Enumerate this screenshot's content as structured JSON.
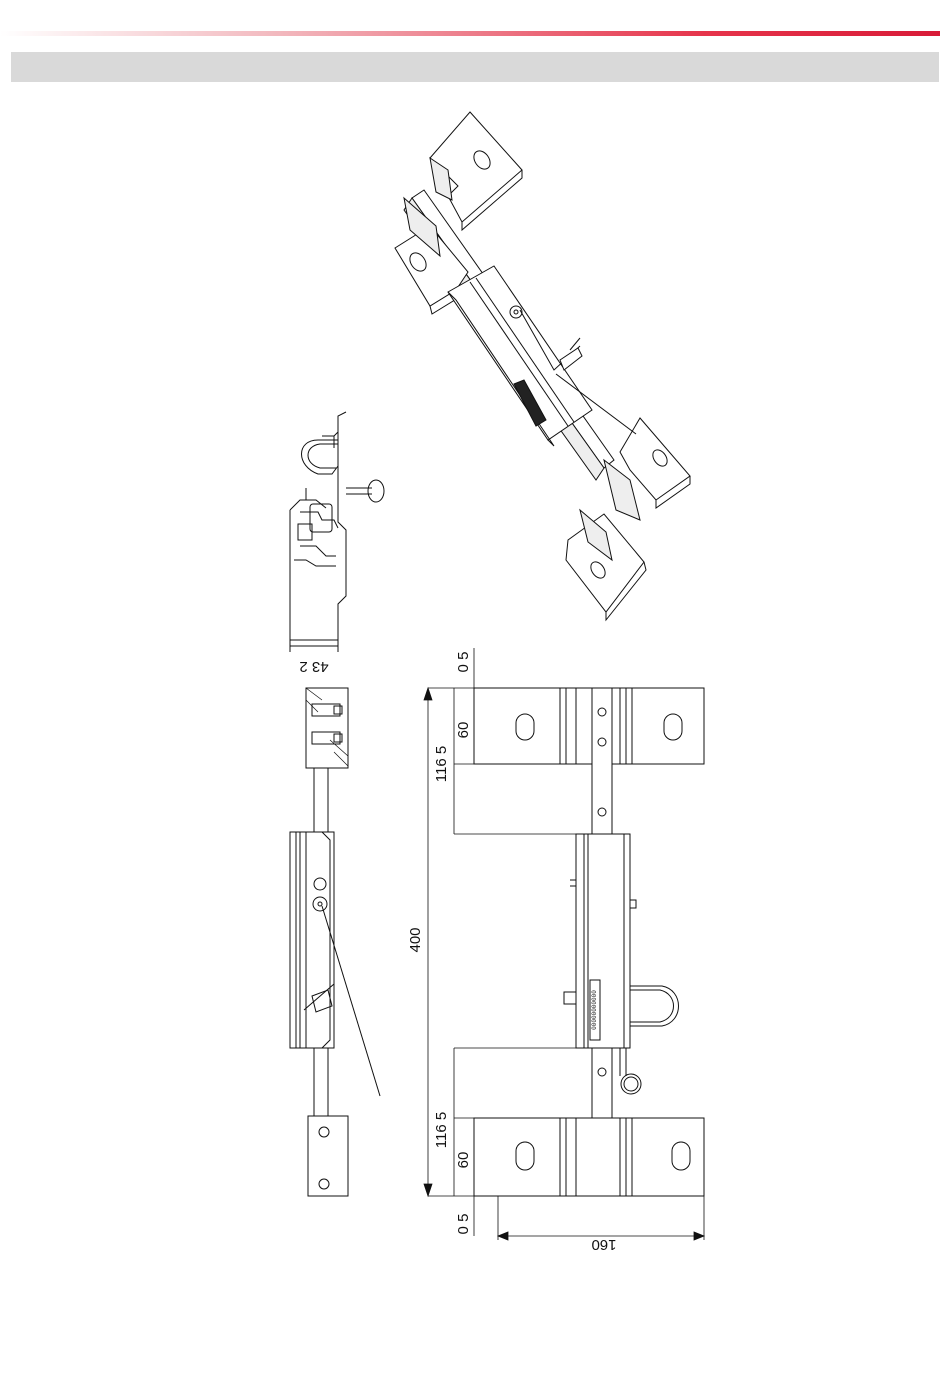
{
  "header": {
    "title": ""
  },
  "colors": {
    "accent": "#d81b38",
    "header_bar": "#d9d9d9",
    "line": "#111111"
  },
  "dimensions": {
    "total_length": "400",
    "end_gap_top": "0 5",
    "end_gap_bottom": "0 5",
    "foot_length_top": "60",
    "foot_length_bottom": "60",
    "offset_top": "116 5",
    "offset_bottom": "116 5",
    "width": "160",
    "profile_height": "43 2"
  },
  "labels": {
    "body_marking": "00000000000"
  }
}
